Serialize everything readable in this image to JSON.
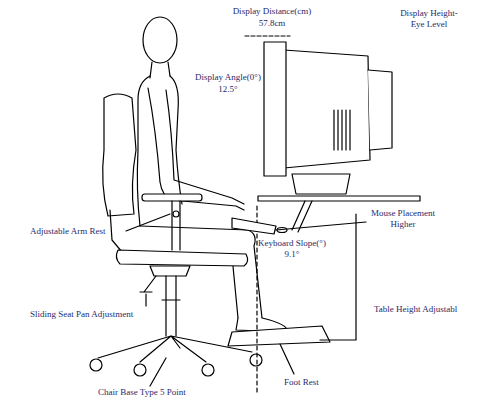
{
  "diagram": {
    "labels": [
      "Display Distance(cm)",
      "57.8cm",
      "Display Height- Eye Level",
      "Display Angle(0°)",
      "12.5°",
      "Adjustable Arm Rest",
      "Keyboard Slope(°)",
      "9.1°",
      "Mouse Placement Higher",
      "Table Height Adjustabl",
      "Sliding Seat Pan Adjustment",
      "Foot Rest",
      "Chair Base Type 5 Point"
    ]
  }
}
